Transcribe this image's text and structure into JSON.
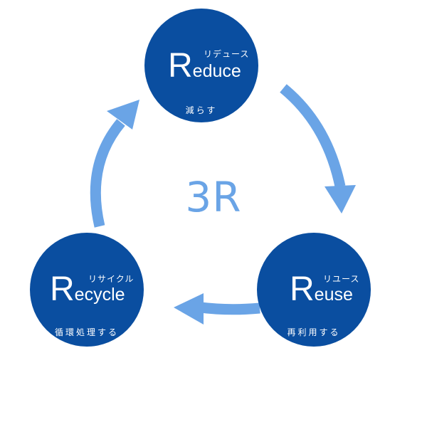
{
  "center_label": "3R",
  "colors": {
    "node_fill": "#0a4ea0",
    "arrow": "#6aa4e6",
    "text_on_node": "#ffffff",
    "center_text": "#6aa4e6"
  },
  "nodes": {
    "reduce": {
      "initial": "R",
      "rest": "educe",
      "kana": "リデュース",
      "sub": "減らす"
    },
    "reuse": {
      "initial": "R",
      "rest": "euse",
      "kana": "リユース",
      "sub": "再利用する"
    },
    "recycle": {
      "initial": "R",
      "rest": "ecycle",
      "kana": "リサイクル",
      "sub": "循環処理する"
    }
  },
  "edges": [
    {
      "from": "reduce",
      "to": "reuse"
    },
    {
      "from": "reuse",
      "to": "recycle"
    },
    {
      "from": "recycle",
      "to": "reduce"
    }
  ]
}
